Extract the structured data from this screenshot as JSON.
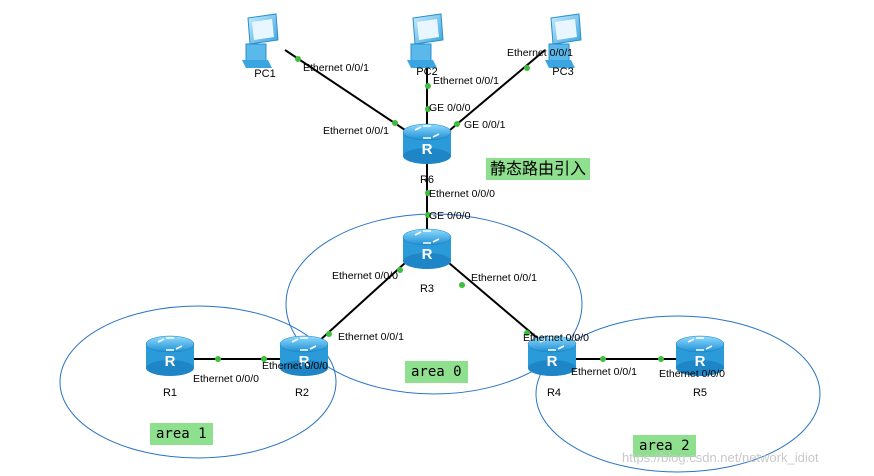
{
  "devices": {
    "pc1": "PC1",
    "pc2": "PC2",
    "pc3": "PC3",
    "r1": "R1",
    "r2": "R2",
    "r3": "R3",
    "r4": "R4",
    "r5": "R5",
    "r6": "R6"
  },
  "ports": {
    "pc1_e001": "Ethernet 0/0/1",
    "pc2_e001": "Ethernet 0/0/1",
    "pc3_e001": "Ethernet 0/0/1",
    "r6_e001": "Ethernet 0/0/1",
    "r6_ge000": "GE 0/0/0",
    "r6_ge001": "GE 0/0/1",
    "r6_e000": "Ethernet 0/0/0",
    "r3_ge000": "GE 0/0/0",
    "r3_e000": "Ethernet 0/0/0",
    "r3_e001": "Ethernet 0/0/1",
    "r2_e001": "Ethernet 0/0/1",
    "r2_e000": "Ethernet 0/0/0",
    "r1_e000": "Ethernet 0/0/0",
    "r4_e000": "Ethernet 0/0/0",
    "r4_e001": "Ethernet 0/0/1",
    "r5_e000": "Ethernet 0/0/0"
  },
  "areas": {
    "area0": "area 0",
    "area1": "area 1",
    "area2": "area 2"
  },
  "static_import": "静态路由引入",
  "watermark": "https://blog.csdn.net/network_idiot",
  "colors": {
    "router": "#29a6e6",
    "link_dot": "#3cbf3c",
    "area_ring": "#2a74c4",
    "tag_bg": "#8ee08e"
  }
}
